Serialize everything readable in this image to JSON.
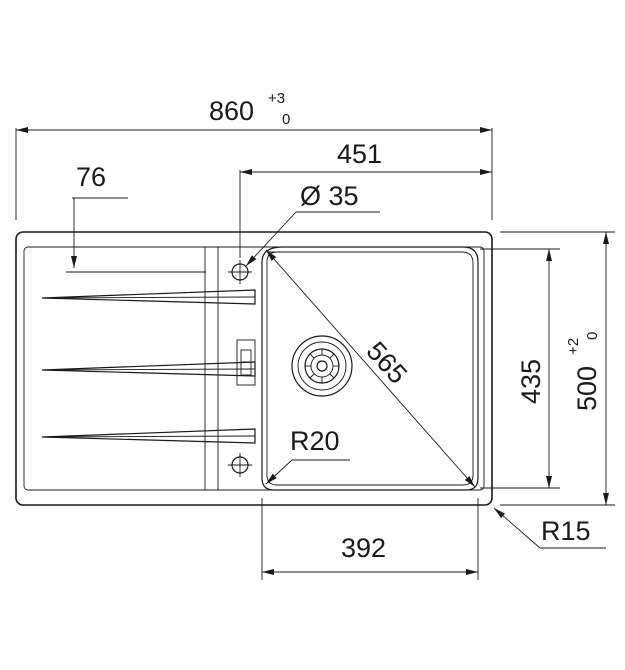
{
  "dimensions": {
    "overall_width": {
      "value": "860",
      "tol_upper": "+3",
      "tol_lower": "0"
    },
    "bowl_offset": {
      "value": "451"
    },
    "drainer_offset": {
      "value": "76"
    },
    "tap_hole": {
      "value": "Ø 35"
    },
    "diagonal": {
      "value": "565"
    },
    "inner_height": {
      "value": "435"
    },
    "overall_depth": {
      "value": "500",
      "tol_upper": "+2",
      "tol_lower": "0"
    },
    "bowl_radius": {
      "value": "R20"
    },
    "bowl_width": {
      "value": "392"
    },
    "corner_radius": {
      "value": "R15"
    }
  }
}
